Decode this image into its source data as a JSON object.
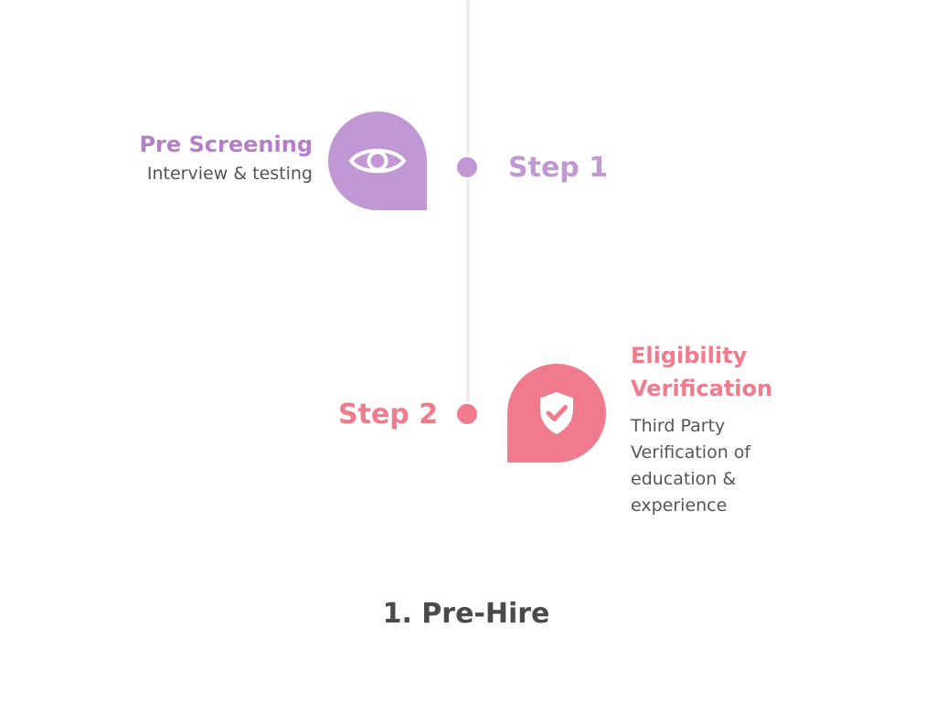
{
  "colors": {
    "step1": "#c198d4",
    "step1_title": "#b57ec7",
    "step2": "#ef7b8d",
    "line": "#ebebf0"
  },
  "steps": [
    {
      "label": "Step 1",
      "title": "Pre Screening",
      "description": "Interview & testing",
      "icon": "eye-icon"
    },
    {
      "label": "Step 2",
      "title": "Eligibility Verification",
      "description": "Third Party Verification of education & experience",
      "icon": "shield-check-icon"
    }
  ],
  "section": {
    "title": "1. Pre-Hire"
  }
}
